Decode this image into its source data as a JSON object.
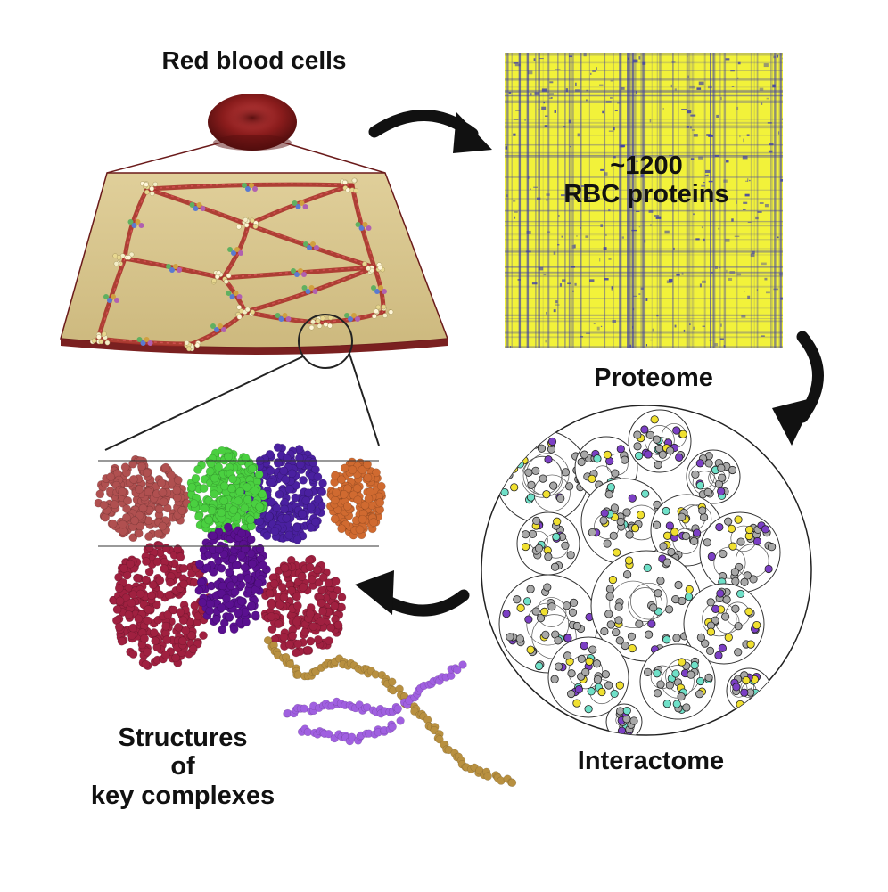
{
  "labels": {
    "red_blood_cells": "Red blood cells",
    "proteome": "Proteome",
    "interactome": "Interactome",
    "heatmap_count": "~1200",
    "heatmap_text": "RBC proteins",
    "structures_line1": "Structures",
    "structures_line2": "of",
    "structures_line3": "key complexes"
  },
  "colors": {
    "heatmap_bg": "#f2f23a",
    "heatmap_stripe": "#3c3ca8",
    "membrane": "#d8c690",
    "membrane_edge": "#6a1a1a",
    "spectrin": "#a8302a",
    "rbc": "#8a1c1c",
    "node_grey": "#a8a8a8",
    "node_purple": "#7b3fc4",
    "node_yellow": "#f0e030",
    "node_teal": "#6fe0c8",
    "arrow": "#111111"
  },
  "icons": [
    "red-blood-cell-icon",
    "curved-arrow-icon"
  ]
}
